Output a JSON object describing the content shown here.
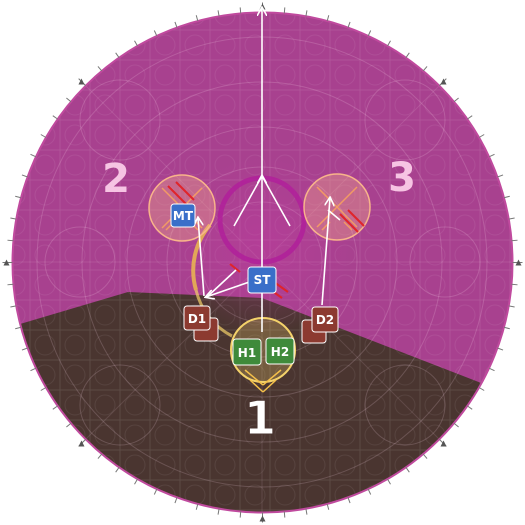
{
  "arena": {
    "shape": "circle",
    "upper_color": "#a8418f",
    "lower_color": "#4a3530",
    "rim_color": "#c04a9e",
    "tick_color": "#777777"
  },
  "stack_labels": [
    {
      "id": "stack-1",
      "text": "1",
      "color": "#ffffff"
    },
    {
      "id": "stack-2",
      "text": "2",
      "color": "#f6c4e3"
    },
    {
      "id": "stack-3",
      "text": "3",
      "color": "#f6c4e3"
    }
  ],
  "aoe_circles": [
    {
      "id": "aoe-left",
      "color": "#f8b48a"
    },
    {
      "id": "aoe-right",
      "color": "#f8b48a"
    },
    {
      "id": "aoe-bottom",
      "color": "#f4d26a"
    }
  ],
  "players": [
    {
      "id": "MT",
      "label": "MT",
      "role": "tank",
      "color": "#3a6fc9"
    },
    {
      "id": "ST",
      "label": "ST",
      "role": "tank",
      "color": "#3a6fc9"
    },
    {
      "id": "D1",
      "label": "D1",
      "role": "dps",
      "color": "#8c3a30"
    },
    {
      "id": "D2",
      "label": "D2",
      "role": "dps",
      "color": "#8c3a30"
    },
    {
      "id": "H1",
      "label": "H1",
      "role": "healer",
      "color": "#3f8a3a"
    },
    {
      "id": "H2",
      "label": "H2",
      "role": "healer",
      "color": "#3f8a3a"
    }
  ],
  "arrow_color": "#ffffff"
}
